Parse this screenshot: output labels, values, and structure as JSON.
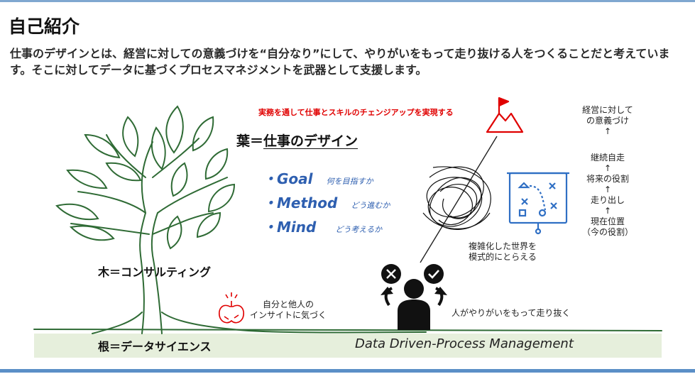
{
  "title": "自己紹介",
  "intro": "仕事のデザインとは、経営に対しての意義づけを“自分なり”にして、やりがいをもって走り抜ける人をつくることだと考えています。そこに対してデータに基づくプロセスマネジメントを武器として支援します。",
  "red_tag": "実務を通して仕事とスキルのチェンジアップを実現する",
  "leaf_title_prefix": "葉＝",
  "leaf_title_main": "仕事のデザイン",
  "bullets": [
    {
      "label": "・Goal",
      "note": "何を目指すか"
    },
    {
      "label": "・Method",
      "note": "どう進むか"
    },
    {
      "label": "・Mind",
      "note": "どう考えるか"
    }
  ],
  "tree_label": "木＝コンサルティング",
  "root_label": "根＝データサイエンス",
  "ddpm": "Data Driven-Process Management",
  "insight_line1": "自分と他人の",
  "insight_line2": "インサイトに気づく",
  "complex_line1": "複雑化した世界を",
  "complex_line2": "模式的にとらえる",
  "run_through": "人がやりがいをもって走り抜く",
  "chain": [
    "経営に対して",
    "の意義づけ",
    "↑",
    "継続自走",
    "↑",
    "将来の役割",
    "↑",
    "走り出し",
    "↑",
    "現在位置",
    "（今の役割）"
  ],
  "colors": {
    "tree_green": "#2f6b35",
    "ground": "#e6efdc",
    "bullet_blue": "#2e5fb0",
    "accent_red": "#e00000",
    "icon_blue": "#2f6fc4",
    "rule_blue": "#5b8fc7"
  }
}
